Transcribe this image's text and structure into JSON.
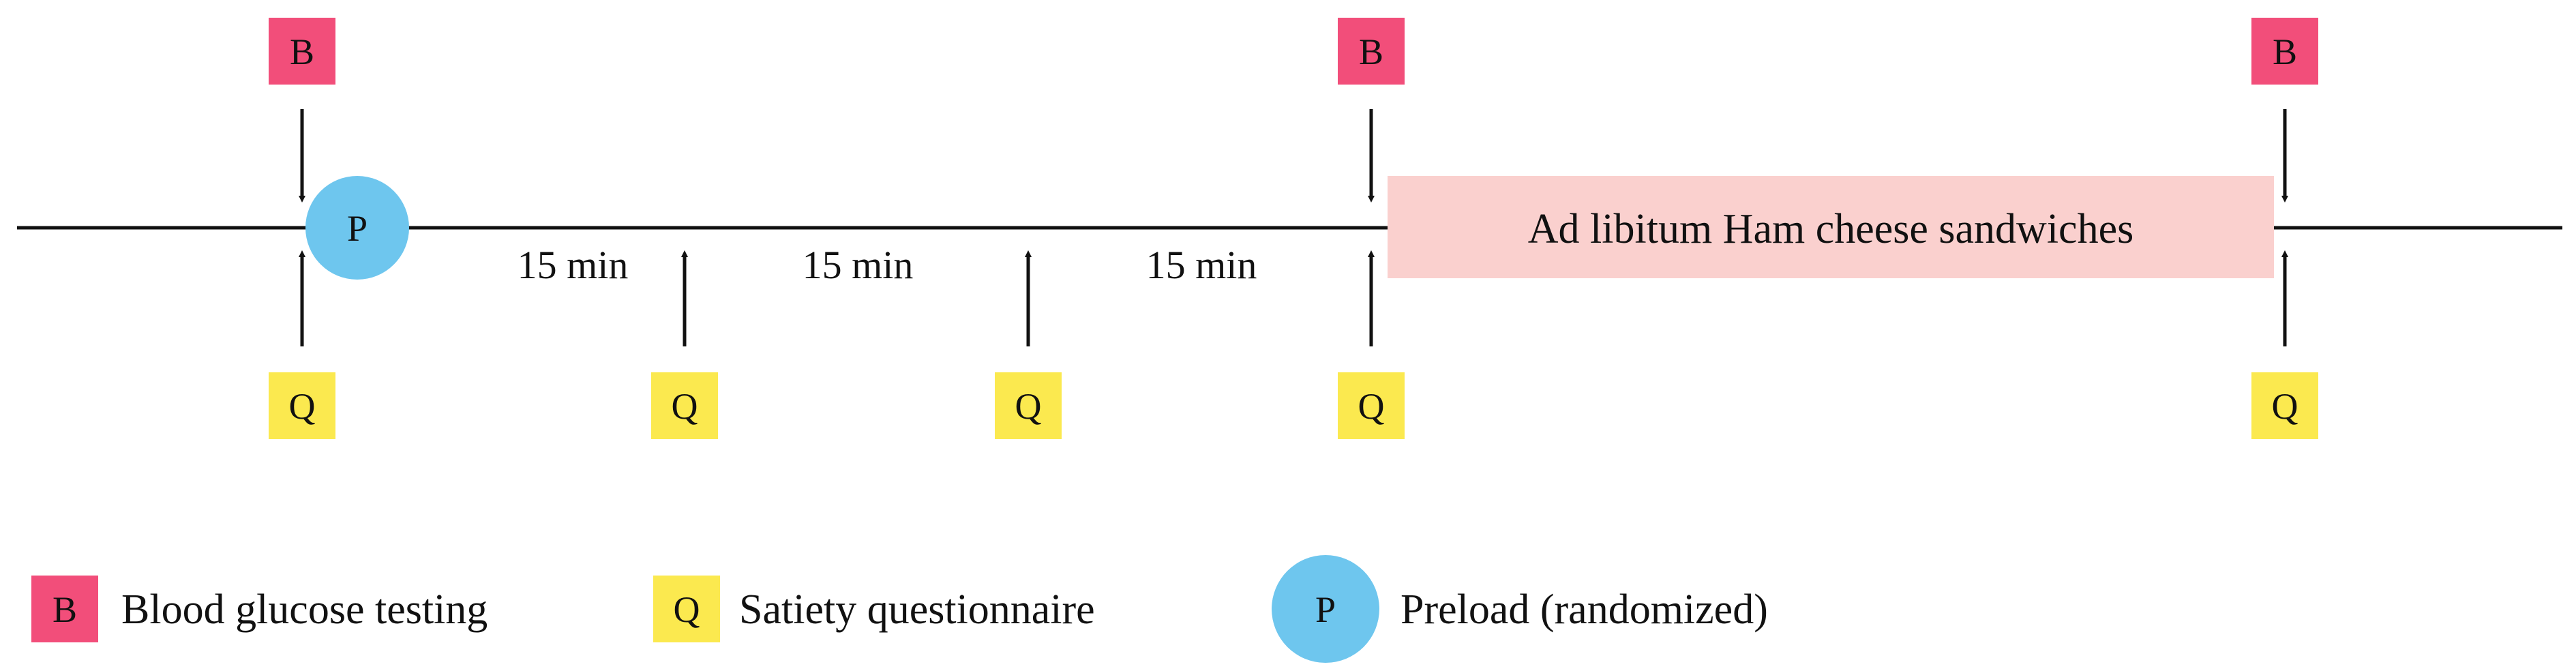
{
  "colors": {
    "blood_glucose": "#f24e7a",
    "questionnaire": "#fbe94f",
    "preload": "#6ec6ee",
    "meal": "#fad0ce",
    "line": "#111111"
  },
  "timeline": {
    "b_marker_letter": "B",
    "q_marker_letter": "Q",
    "p_marker_letter": "P",
    "intervals": [
      "15 min",
      "15 min",
      "15 min"
    ],
    "meal_label": "Ad libitum Ham cheese sandwiches"
  },
  "legend": {
    "items": [
      {
        "symbol": "B",
        "label": "Blood glucose testing"
      },
      {
        "symbol": "Q",
        "label": "Satiety questionnaire"
      },
      {
        "symbol": "P",
        "label": "Preload (randomized)"
      }
    ]
  }
}
